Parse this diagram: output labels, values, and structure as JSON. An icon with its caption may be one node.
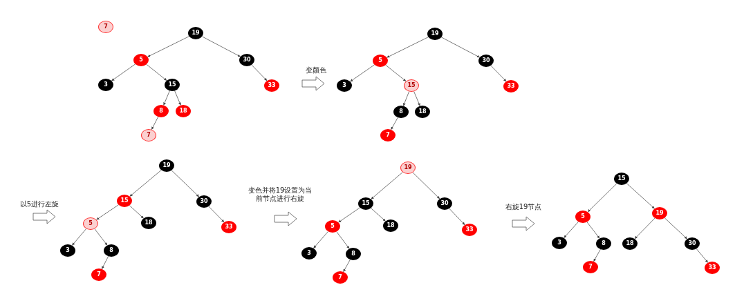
{
  "diagram": {
    "nodes": [
      {
        "text": [
          "7"
        ]
      },
      {
        "text": [
          "19"
        ]
      },
      {
        "text": [
          "5"
        ]
      },
      {
        "text": [
          "30"
        ]
      },
      {
        "text": [
          "3"
        ]
      },
      {
        "text": [
          "15"
        ]
      },
      {
        "text": [
          "33"
        ]
      },
      {
        "text": [
          "8"
        ]
      },
      {
        "text": [
          "18"
        ]
      },
      {
        "text": [
          "7"
        ]
      },
      {
        "text": [
          "19"
        ]
      },
      {
        "text": [
          "5"
        ]
      },
      {
        "text": [
          "30"
        ]
      },
      {
        "text": [
          "3"
        ]
      },
      {
        "text": [
          "15"
        ]
      },
      {
        "text": [
          "33"
        ]
      },
      {
        "text": [
          "8"
        ]
      },
      {
        "text": [
          "18"
        ]
      },
      {
        "text": [
          "7"
        ]
      },
      {
        "text": [
          "19"
        ]
      },
      {
        "text": [
          "15"
        ]
      },
      {
        "text": [
          "30"
        ]
      },
      {
        "text": [
          "5"
        ]
      },
      {
        "text": [
          "18"
        ]
      },
      {
        "text": [
          "33"
        ]
      },
      {
        "text": [
          "3"
        ]
      },
      {
        "text": [
          "8"
        ]
      },
      {
        "text": [
          "7"
        ]
      },
      {
        "text": [
          "19"
        ]
      },
      {
        "text": [
          "15"
        ]
      },
      {
        "text": [
          "30"
        ]
      },
      {
        "text": [
          "5"
        ]
      },
      {
        "text": [
          "18"
        ]
      },
      {
        "text": [
          "33"
        ]
      },
      {
        "text": [
          "3"
        ]
      },
      {
        "text": [
          "8"
        ]
      },
      {
        "text": [
          "7"
        ]
      },
      {
        "text": [
          "15"
        ]
      },
      {
        "text": [
          "5"
        ]
      },
      {
        "text": [
          "19"
        ]
      },
      {
        "text": [
          "3"
        ]
      },
      {
        "text": [
          "8"
        ]
      },
      {
        "text": [
          "18"
        ]
      },
      {
        "text": [
          "30"
        ]
      },
      {
        "text": [
          "7"
        ]
      },
      {
        "text": [
          "33"
        ]
      }
    ],
    "edges": [
      {
        "from": 1,
        "to": 2,
        "arrow": "to"
      },
      {
        "from": 1,
        "to": 3,
        "arrow": "to"
      },
      {
        "from": 2,
        "to": 4,
        "arrow": "to"
      },
      {
        "from": 2,
        "to": 5,
        "arrow": "to"
      },
      {
        "from": 3,
        "to": 6,
        "arrow": "to"
      },
      {
        "from": 5,
        "to": 7,
        "arrow": "to"
      },
      {
        "from": 5,
        "to": 8,
        "arrow": "to"
      },
      {
        "from": 7,
        "to": 9,
        "arrow": "to"
      },
      {
        "from": 10,
        "to": 11,
        "arrow": "to"
      },
      {
        "from": 10,
        "to": 12,
        "arrow": "to"
      },
      {
        "from": 11,
        "to": 13,
        "arrow": "to"
      },
      {
        "from": 11,
        "to": 14,
        "arrow": "to"
      },
      {
        "from": 12,
        "to": 15,
        "arrow": "to"
      },
      {
        "from": 14,
        "to": 16,
        "arrow": "to"
      },
      {
        "from": 14,
        "to": 17,
        "arrow": "to"
      },
      {
        "from": 16,
        "to": 18,
        "arrow": "to"
      },
      {
        "from": 19,
        "to": 20,
        "arrow": "to"
      },
      {
        "from": 19,
        "to": 21,
        "arrow": "to"
      },
      {
        "from": 20,
        "to": 22,
        "arrow": "to"
      },
      {
        "from": 20,
        "to": 23,
        "arrow": "to"
      },
      {
        "from": 21,
        "to": 24,
        "arrow": "to"
      },
      {
        "from": 22,
        "to": 25,
        "arrow": "to"
      },
      {
        "from": 22,
        "to": 26,
        "arrow": "to"
      },
      {
        "from": 26,
        "to": 27,
        "arrow": "to"
      },
      {
        "from": 28,
        "to": 29,
        "arrow": "to"
      },
      {
        "from": 28,
        "to": 30,
        "arrow": "to"
      },
      {
        "from": 29,
        "to": 31,
        "arrow": "to"
      },
      {
        "from": 29,
        "to": 32,
        "arrow": "to"
      },
      {
        "from": 30,
        "to": 33,
        "arrow": "to"
      },
      {
        "from": 31,
        "to": 34,
        "arrow": "to"
      },
      {
        "from": 31,
        "to": 35,
        "arrow": "to"
      },
      {
        "from": 35,
        "to": 36,
        "arrow": "to"
      },
      {
        "from": 37,
        "to": 38,
        "arrow": "to"
      },
      {
        "from": 37,
        "to": 39,
        "arrow": "to"
      },
      {
        "from": 38,
        "to": 40,
        "arrow": "to"
      },
      {
        "from": 38,
        "to": 41,
        "arrow": "to"
      },
      {
        "from": 39,
        "to": 42,
        "arrow": "to"
      },
      {
        "from": 39,
        "to": 43,
        "arrow": "to"
      },
      {
        "from": 41,
        "to": 44,
        "arrow": "to"
      },
      {
        "from": 43,
        "to": 45,
        "arrow": "to"
      }
    ],
    "labels": [
      "变颜色",
      "以5进行左旋",
      "变色并将19设置为当前节点进行右旋",
      "右旋19节点"
    ]
  }
}
